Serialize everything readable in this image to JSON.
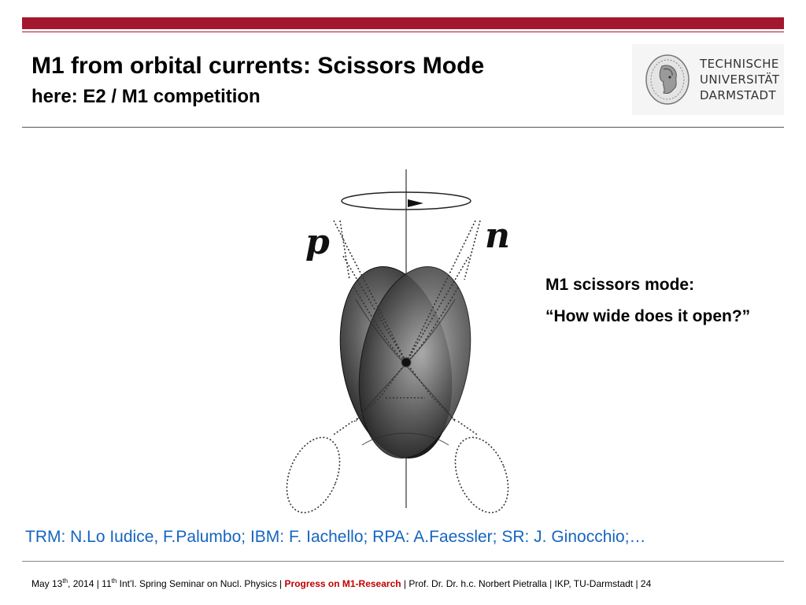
{
  "header": {
    "title": "M1 from orbital currents: Scissors Mode",
    "subtitle": "here: E2 / M1 competition"
  },
  "logo": {
    "lines": [
      "TECHNISCHE",
      "UNIVERSITÄT",
      "DARMSTADT"
    ]
  },
  "figure": {
    "label_proton": "p",
    "label_neutron": "n",
    "body_color": "#444444"
  },
  "callout": {
    "line1": "M1 scissors mode:",
    "line2": "“How wide does it open?”"
  },
  "references": "TRM: N.Lo Iudice, F.Palumbo;  IBM: F. Iachello;  RPA: A.Faessler;  SR: J. Ginocchio;…",
  "footer": {
    "date_day": "May 13",
    "date_sup": "th",
    "date_year": ", 2014 | 11",
    "edition_sup": "th",
    "event": " Int’l. Spring Seminar on Nucl. Physics | ",
    "talk": "Progress on M1-Research",
    "author": " |  Prof. Dr. Dr. h.c. Norbert Pietralla  | IKP, TU-Darmstadt |  ",
    "page": "24"
  },
  "colors": {
    "brand_red": "#a3182e",
    "reference_blue": "#1565c0",
    "highlight_red": "#c00000"
  }
}
